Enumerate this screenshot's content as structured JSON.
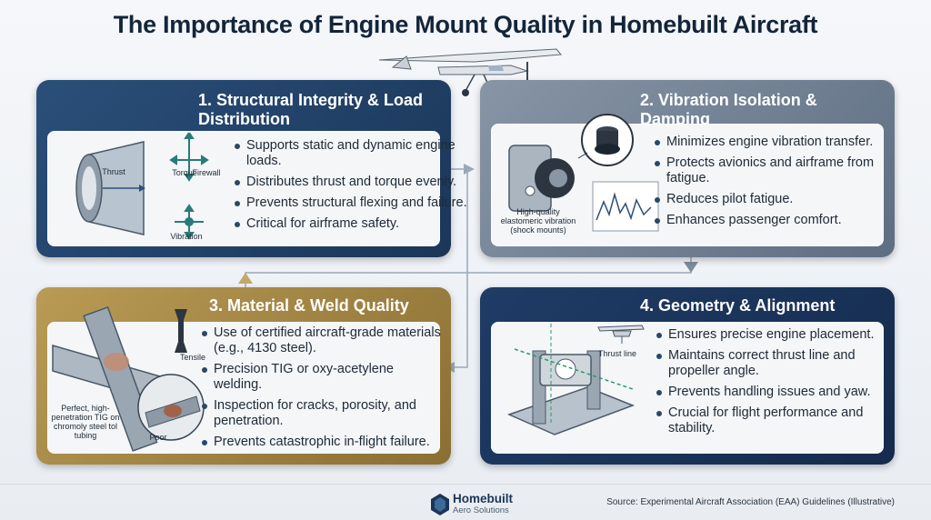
{
  "title": "The Importance of Engine Mount Quality in Homebuilt Aircraft",
  "cards": [
    {
      "heading": "1. Structural Integrity & Load Distribution",
      "bullets": [
        "Supports static and dynamic engine loads.",
        "Distributes thrust and torque evenly.",
        "Prevents structural flexing and failure.",
        "Critical for airframe safety."
      ],
      "labels": {
        "thrust": "Thrust",
        "torque": "Torque",
        "firewall": "Firewall",
        "vibration": "Vibration"
      }
    },
    {
      "heading": "2. Vibration Isolation & Damping",
      "bullets": [
        "Minimizes engine vibration transfer.",
        "Protects avionics and airframe from fatigue.",
        "Reduces pilot fatigue.",
        "Enhances passenger comfort."
      ],
      "labels": {
        "shock": "High-quality elastomeric vibration (shock mounts)"
      }
    },
    {
      "heading": "3. Material & Weld Quality",
      "bullets": [
        "Use of certified aircraft-grade materials (e.g., 4130 steel).",
        "Precision TIG or oxy-acetylene welding.",
        "Inspection for cracks, porosity, and penetration.",
        "Prevents catastrophic in-flight failure."
      ],
      "labels": {
        "tensile": "Tensile",
        "perfect": "Perfect, high-penetration TIG on chromoly steel tol tubing",
        "poor": "Poor"
      }
    },
    {
      "heading": "4. Geometry & Alignment",
      "bullets": [
        "Ensures precise engine placement.",
        "Maintains correct thrust line and propeller angle.",
        "Prevents handling issues and yaw.",
        "Crucial for flight performance and stability."
      ],
      "labels": {
        "thrust_line": "Thrust line"
      }
    }
  ],
  "footer": {
    "brand": "Homebuilt",
    "brand_sub": "Aero Solutions",
    "source": "Source: Experimental Aircraft Association (EAA) Guidelines (Illustrative)"
  },
  "colors": {
    "card1": "#1b3658",
    "card2": "#6b7a8d",
    "card3": "#a3864a",
    "card4": "#1a355c",
    "text": "#1c2b3a"
  }
}
